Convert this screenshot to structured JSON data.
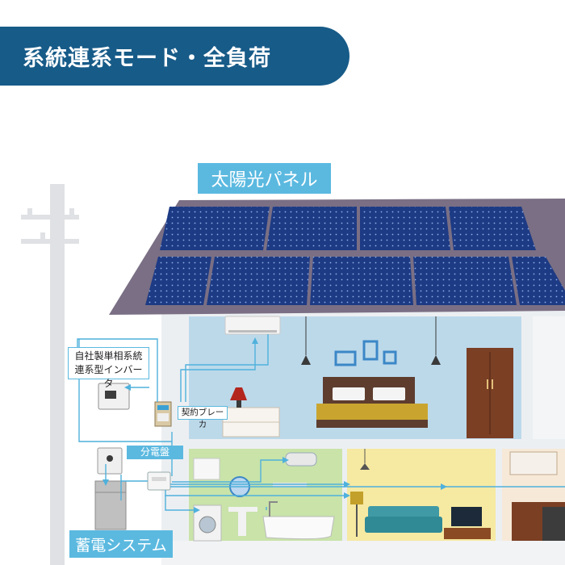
{
  "title": "系統連系モード・全負荷",
  "labels": {
    "solar_panel": "太陽光パネル",
    "inverter_line1": "自社製単相系統",
    "inverter_line2": "連系型インバータ",
    "breaker": "契約ブレーカ",
    "distribution_board": "分電盤",
    "battery_system": "蓄電システム"
  },
  "colors": {
    "title_bar": "#175b88",
    "label_bg": "#5bb9e0",
    "flow_line": "#4fb1dc",
    "solar_cell": "#1d3a84",
    "roof": "#7a6f84",
    "bedroom_wall": "#bcd9ea",
    "bathroom_wall": "#c9e3a9",
    "living_wall": "#f6e9a2",
    "kitchen_wall": "#f7e9d8"
  },
  "icons": [
    "utility-pole-icon",
    "solar-panel-icon",
    "air-conditioner-icon",
    "inverter-icon",
    "breaker-icon",
    "distribution-board-icon",
    "battery-icon",
    "bed-icon",
    "wardrobe-icon",
    "lamp-icon",
    "washing-machine-icon",
    "bathtub-icon",
    "sofa-icon",
    "tv-icon",
    "water-heater-icon",
    "mirror-icon"
  ]
}
